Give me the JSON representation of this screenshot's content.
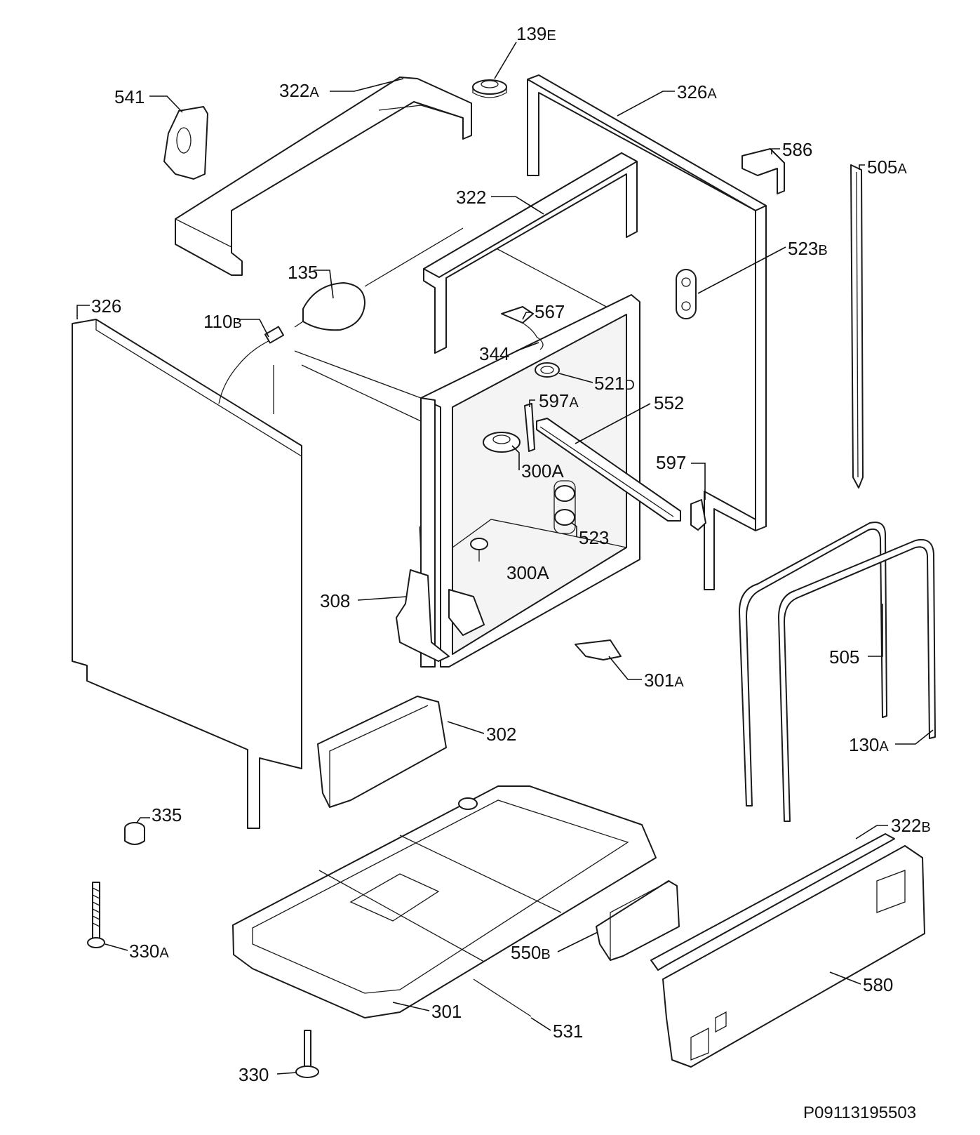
{
  "diagram": {
    "document_id": "P09113195503",
    "parts": [
      {
        "id": "139E",
        "number": "139",
        "suffix": "E"
      },
      {
        "id": "541",
        "number": "541",
        "suffix": ""
      },
      {
        "id": "322A",
        "number": "322",
        "suffix": "A"
      },
      {
        "id": "326A",
        "number": "326",
        "suffix": "A"
      },
      {
        "id": "586",
        "number": "586",
        "suffix": ""
      },
      {
        "id": "505A",
        "number": "505",
        "suffix": "A"
      },
      {
        "id": "322",
        "number": "322",
        "suffix": ""
      },
      {
        "id": "523B",
        "number": "523",
        "suffix": "B"
      },
      {
        "id": "135",
        "number": "135",
        "suffix": ""
      },
      {
        "id": "326",
        "number": "326",
        "suffix": ""
      },
      {
        "id": "110B",
        "number": "110",
        "suffix": "B"
      },
      {
        "id": "567",
        "number": "567",
        "suffix": ""
      },
      {
        "id": "344",
        "number": "344",
        "suffix": ""
      },
      {
        "id": "521D",
        "number": "521",
        "suffix": "D"
      },
      {
        "id": "597A",
        "number": "597",
        "suffix": "A"
      },
      {
        "id": "552",
        "number": "552",
        "suffix": ""
      },
      {
        "id": "300A-1",
        "number": "300A",
        "suffix": ""
      },
      {
        "id": "597",
        "number": "597",
        "suffix": ""
      },
      {
        "id": "523",
        "number": "523",
        "suffix": ""
      },
      {
        "id": "300A-2",
        "number": "300A",
        "suffix": ""
      },
      {
        "id": "308",
        "number": "308",
        "suffix": ""
      },
      {
        "id": "505",
        "number": "505",
        "suffix": ""
      },
      {
        "id": "301A",
        "number": "301",
        "suffix": "A"
      },
      {
        "id": "302",
        "number": "302",
        "suffix": ""
      },
      {
        "id": "130A",
        "number": "130",
        "suffix": "A"
      },
      {
        "id": "335",
        "number": "335",
        "suffix": ""
      },
      {
        "id": "322B",
        "number": "322",
        "suffix": "B"
      },
      {
        "id": "330A",
        "number": "330",
        "suffix": "A"
      },
      {
        "id": "550B",
        "number": "550",
        "suffix": "B"
      },
      {
        "id": "580",
        "number": "580",
        "suffix": ""
      },
      {
        "id": "301",
        "number": "301",
        "suffix": ""
      },
      {
        "id": "531",
        "number": "531",
        "suffix": ""
      },
      {
        "id": "330",
        "number": "330",
        "suffix": ""
      }
    ]
  }
}
